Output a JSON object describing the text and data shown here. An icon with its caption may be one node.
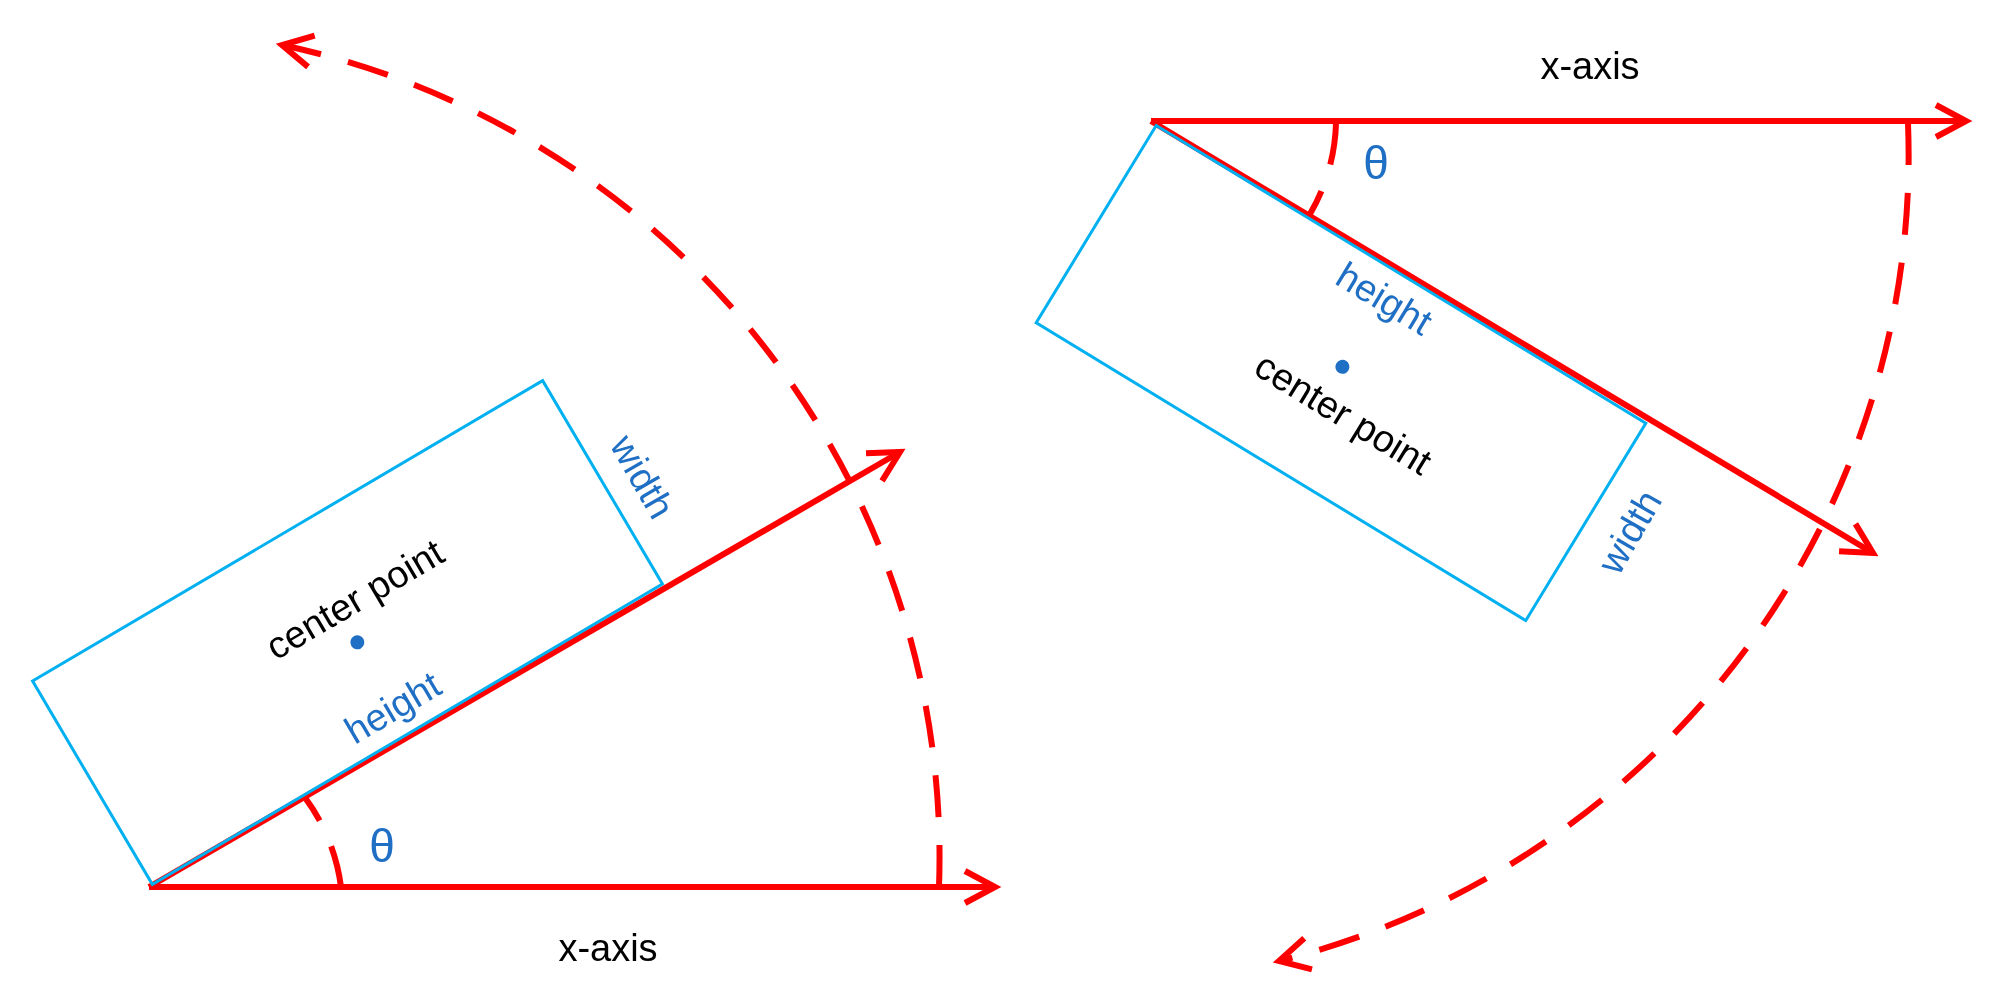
{
  "diagram": {
    "nodes": [
      {
        "text": [
          "center point"
        ]
      },
      {
        "text": [
          "center point"
        ]
      }
    ],
    "labels": [
      "x-axis",
      "θ",
      "height",
      "width",
      "width",
      "height",
      "θ",
      "x-axis"
    ]
  }
}
